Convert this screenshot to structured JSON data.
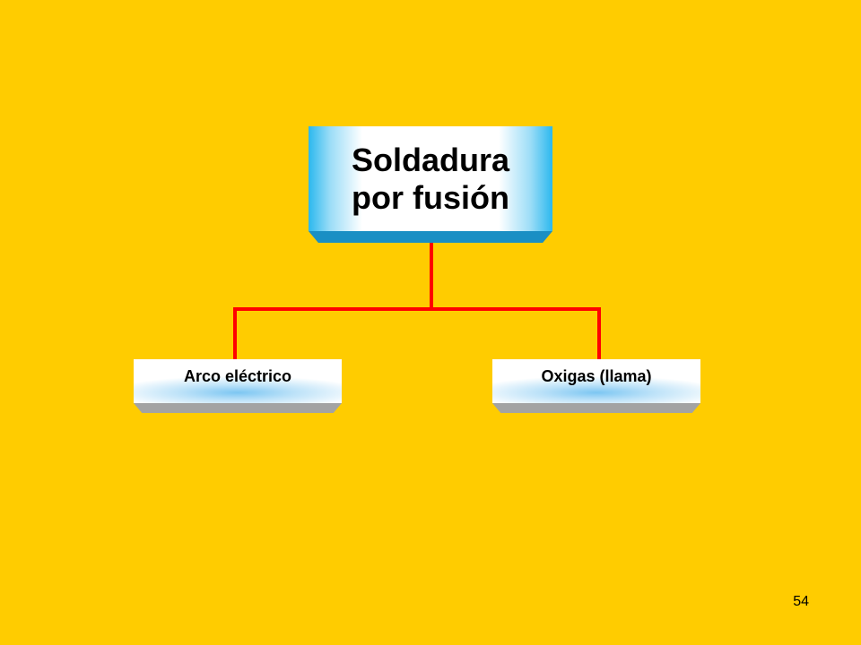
{
  "diagram": {
    "root": {
      "lines": [
        "Soldadura",
        "por fusión"
      ]
    },
    "children": [
      {
        "label": "Arco eléctrico"
      },
      {
        "label": "Oxigas (llama)"
      }
    ]
  },
  "colors": {
    "background": "#FFCC00",
    "connector": "#FF0000",
    "root_edge": "#2BB8EE",
    "child_glow": "#7CC6F2",
    "child_shadow": "#A3A3A3"
  },
  "page_number": "54"
}
